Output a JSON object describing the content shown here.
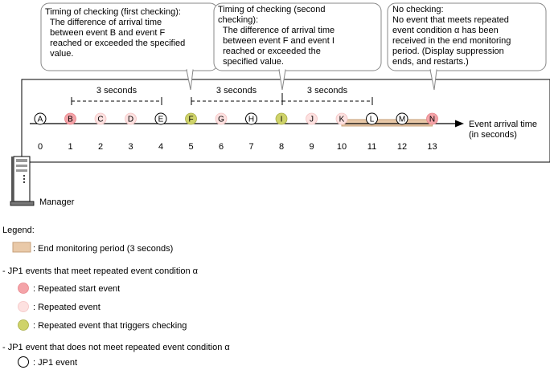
{
  "callouts": [
    {
      "lines": [
        "Timing of checking (first checking):",
        "  The difference of arrival time",
        "  between event B and event F",
        "  reached or exceeded the specified",
        "  value."
      ]
    },
    {
      "lines": [
        "Timing of checking (second",
        "checking):",
        "  The difference of arrival time",
        "  between event F and event I",
        "  reached or exceeded the",
        "  specified value."
      ]
    },
    {
      "lines": [
        "No checking:",
        "No event that meets repeated",
        "event condition α has been",
        "received in the end monitoring",
        "period. (Display suppression",
        "ends, and restarts.)"
      ]
    }
  ],
  "intervals": [
    "3 seconds",
    "3 seconds",
    "3 seconds"
  ],
  "events": [
    {
      "letter": "A",
      "time": 0,
      "kind": "jp1"
    },
    {
      "letter": "B",
      "time": 1,
      "kind": "start"
    },
    {
      "letter": "C",
      "time": 2,
      "kind": "repeated"
    },
    {
      "letter": "D",
      "time": 3,
      "kind": "repeated"
    },
    {
      "letter": "E",
      "time": 4,
      "kind": "jp1"
    },
    {
      "letter": "F",
      "time": 5,
      "kind": "trigger"
    },
    {
      "letter": "G",
      "time": 6,
      "kind": "repeated"
    },
    {
      "letter": "H",
      "time": 7,
      "kind": "jp1"
    },
    {
      "letter": "I",
      "time": 8,
      "kind": "trigger"
    },
    {
      "letter": "J",
      "time": 9,
      "kind": "repeated"
    },
    {
      "letter": "K",
      "time": 10,
      "kind": "repeated"
    },
    {
      "letter": "L",
      "time": 11,
      "kind": "jp1"
    },
    {
      "letter": "M",
      "time": 12,
      "kind": "jp1"
    },
    {
      "letter": "N",
      "time": 13,
      "kind": "start"
    }
  ],
  "ticks": [
    "0",
    "1",
    "2",
    "3",
    "4",
    "5",
    "6",
    "7",
    "8",
    "9",
    "10",
    "11",
    "12",
    "13"
  ],
  "axis_label_lines": [
    "Event arrival time",
    "(in seconds)"
  ],
  "end_monitoring": {
    "from": 10,
    "to": 13
  },
  "manager_label": "Manager",
  "legend": {
    "title": "Legend:",
    "end_period": ": End monitoring period (3 seconds)",
    "meet_heading": "- JP1 events that meet repeated event condition α",
    "start_event": ": Repeated start event",
    "repeated_event": ": Repeated event",
    "trigger_event": ": Repeated event that triggers checking",
    "not_meet_heading": "- JP1 event that does not meet repeated event condition α",
    "jp1_event": ": JP1 event"
  },
  "colors": {
    "start": "#f4a3a8",
    "repeated": "#fde1e0",
    "trigger": "#cfd36a",
    "jp1": "#ffffff",
    "end_period": "#e9c9a8",
    "end_period_stroke": "#c7a07a"
  }
}
